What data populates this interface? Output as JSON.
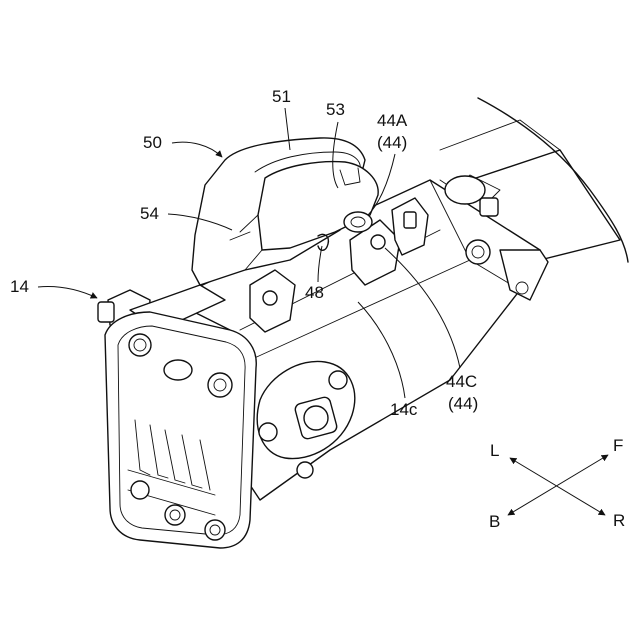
{
  "labels": {
    "l51": "51",
    "l53": "53",
    "l44A": "44A",
    "l44A_paren": "(44)",
    "l50": "50",
    "l54": "54",
    "l48": "48",
    "l14": "14",
    "l14c": "14c",
    "l44C": "44C",
    "l44C_paren": "(44)"
  },
  "compass": {
    "L": "L",
    "F": "F",
    "B": "B",
    "R": "R"
  }
}
